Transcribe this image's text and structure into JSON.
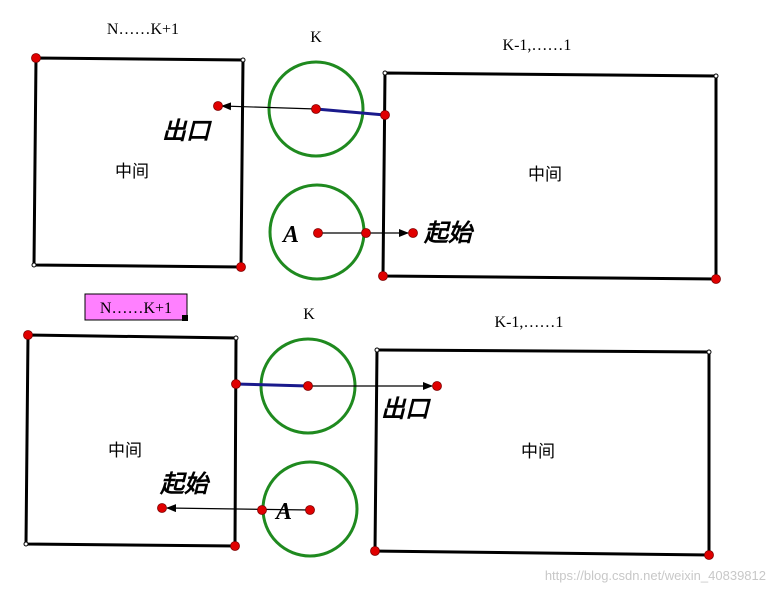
{
  "top": {
    "label_left": "N……K+1",
    "label_k": "K",
    "label_right": "K-1,……1",
    "box_left_text": "中间",
    "box_right_text": "中间",
    "exit_text": "出口",
    "start_text": "起始",
    "point_a": "A"
  },
  "bottom": {
    "label_left": "N……K+1",
    "label_k": "K",
    "label_right": "K-1,……1",
    "box_left_text": "中间",
    "box_right_text": "中间",
    "exit_text": "出口",
    "start_text": "起始",
    "point_a": "A"
  },
  "watermark": "https://blog.csdn.net/weixin_40839812",
  "colors": {
    "circle": "#1f8a1f",
    "point": "#e00000",
    "segment": "#1a1a8c",
    "highlight": "#ff80ff"
  }
}
